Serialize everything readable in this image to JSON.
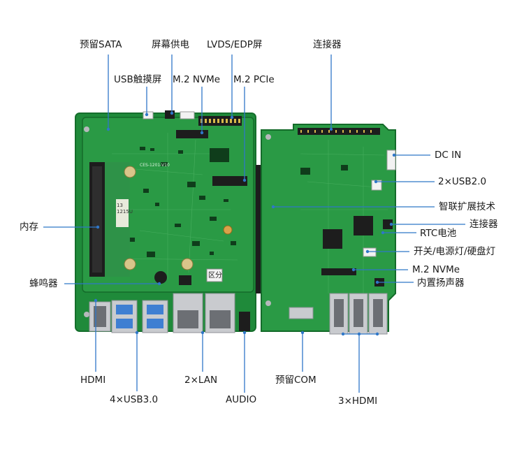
{
  "colors": {
    "background": "#ffffff",
    "pcb_green": "#1f8a3a",
    "pcb_green_light": "#3aa556",
    "pcb_green_dark": "#146b2a",
    "connector_black": "#1d1d1d",
    "metal": "#c9cbcf",
    "usb_blue": "#3f7fd2",
    "callout_line": "#2f77c8",
    "label_text": "#1a1a1a"
  },
  "labels": {
    "sata": "预留SATA",
    "screen_power": "屏幕供电",
    "lvds_edp": "LVDS/EDP屏",
    "connector_top": "连接器",
    "usb_touch": "USB触摸屏",
    "m2_nvme_top": "M.2 NVMe",
    "m2_pcie": "M.2 PCIe",
    "dc_in": "DC IN",
    "usb20": "2×USB2.0",
    "zhilian": "智联扩展技术",
    "memory": "内存",
    "connector_right": "连接器",
    "rtc": "RTC电池",
    "switch_led": "开关/电源灯/硬盘灯",
    "m2_nvme_right": "M.2 NVMe",
    "buzzer": "蜂鸣器",
    "speaker": "内置扬声器",
    "hdmi": "HDMI",
    "lan": "2×LAN",
    "com": "预留COM",
    "usb30": "4×USB3.0",
    "audio": "AUDIO",
    "hdmi3": "3×HDMI"
  },
  "silkscreen": {
    "sticker": "区分",
    "module_id": "13\n1215U",
    "board_code": "CES-1201-V10"
  }
}
